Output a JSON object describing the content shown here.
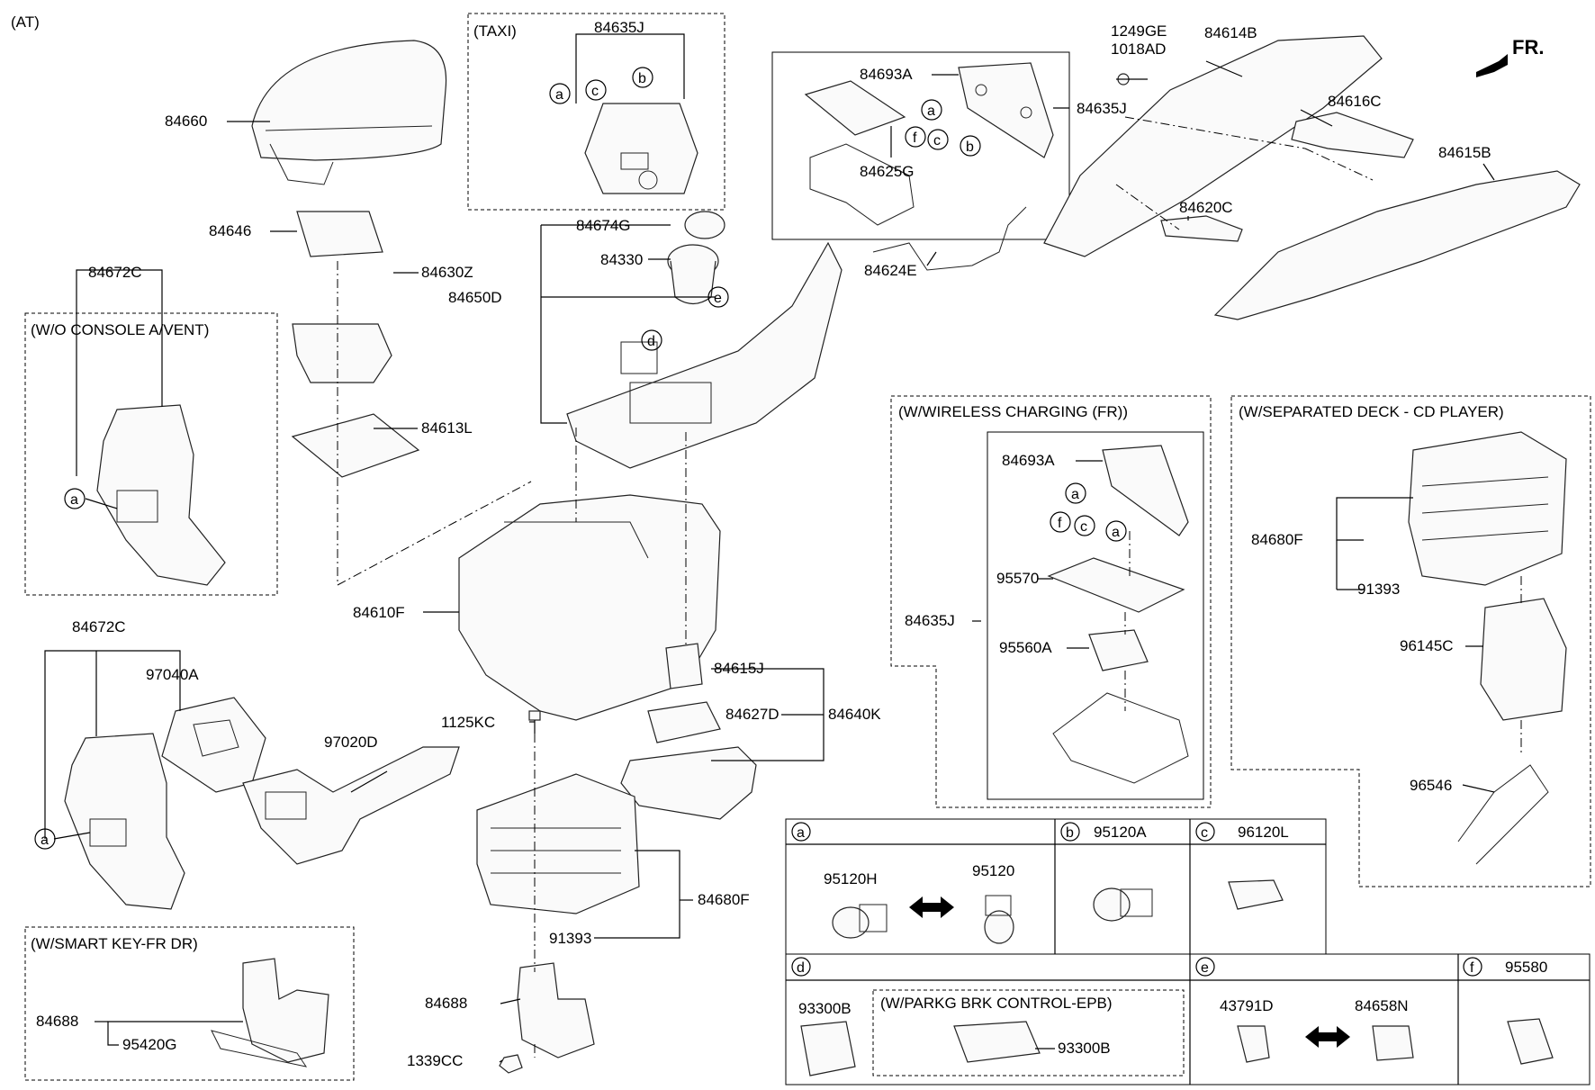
{
  "corner_label": "(AT)",
  "front_label": "FR.",
  "groups": {
    "taxi": "(TAXI)",
    "wo_console": "(W/O CONSOLE A/VENT)",
    "smart_key": "(W/SMART KEY-FR DR)",
    "wireless": "(W/WIRELESS CHARGING (FR))",
    "cd_player": "(W/SEPARATED DECK - CD PLAYER)",
    "parking": "(W/PARKG BRK CONTROL-EPB)"
  },
  "parts": {
    "p84660": "84660",
    "p84646": "84646",
    "p84630Z": "84630Z",
    "p84613L": "84613L",
    "p84672C_a": "84672C",
    "p84672C_b": "84672C",
    "p97040A": "97040A",
    "p97020D": "97020D",
    "p84688_a": "84688",
    "p95420G": "95420G",
    "p84635J_taxi": "84635J",
    "p84674G": "84674G",
    "p84330": "84330",
    "p84650D": "84650D",
    "p84610F": "84610F",
    "p1125KC": "1125KC",
    "p84615J": "84615J",
    "p84627D": "84627D",
    "p84640K": "84640K",
    "p84680F_a": "84680F",
    "p91393_a": "91393",
    "p84688_b": "84688",
    "p1339CC": "1339CC",
    "p84693A_a": "84693A",
    "p84625G": "84625G",
    "p84635J_b": "84635J",
    "p84624E": "84624E",
    "p1249GE": "1249GE",
    "p1018AD": "1018AD",
    "p84614B": "84614B",
    "p84616C": "84616C",
    "p84615B": "84615B",
    "p84620C": "84620C",
    "p84693A_b": "84693A",
    "p95570": "95570",
    "p84635J_c": "84635J",
    "p95560A": "95560A",
    "p84680F_b": "84680F",
    "p91393_b": "91393",
    "p96145C": "96145C",
    "p96546": "96546"
  },
  "table": {
    "a_key": "a",
    "b_key": "b",
    "b_part": "95120A",
    "c_key": "c",
    "c_part": "96120L",
    "a_part1": "95120H",
    "a_part2": "95120",
    "d_key": "d",
    "d_part1": "93300B",
    "d_part2": "93300B",
    "e_key": "e",
    "e_part1": "43791D",
    "e_part2": "84658N",
    "f_key": "f",
    "f_part": "95580"
  },
  "callouts": {
    "a": "a",
    "b": "b",
    "c": "c",
    "d": "d",
    "e": "e",
    "f": "f"
  }
}
